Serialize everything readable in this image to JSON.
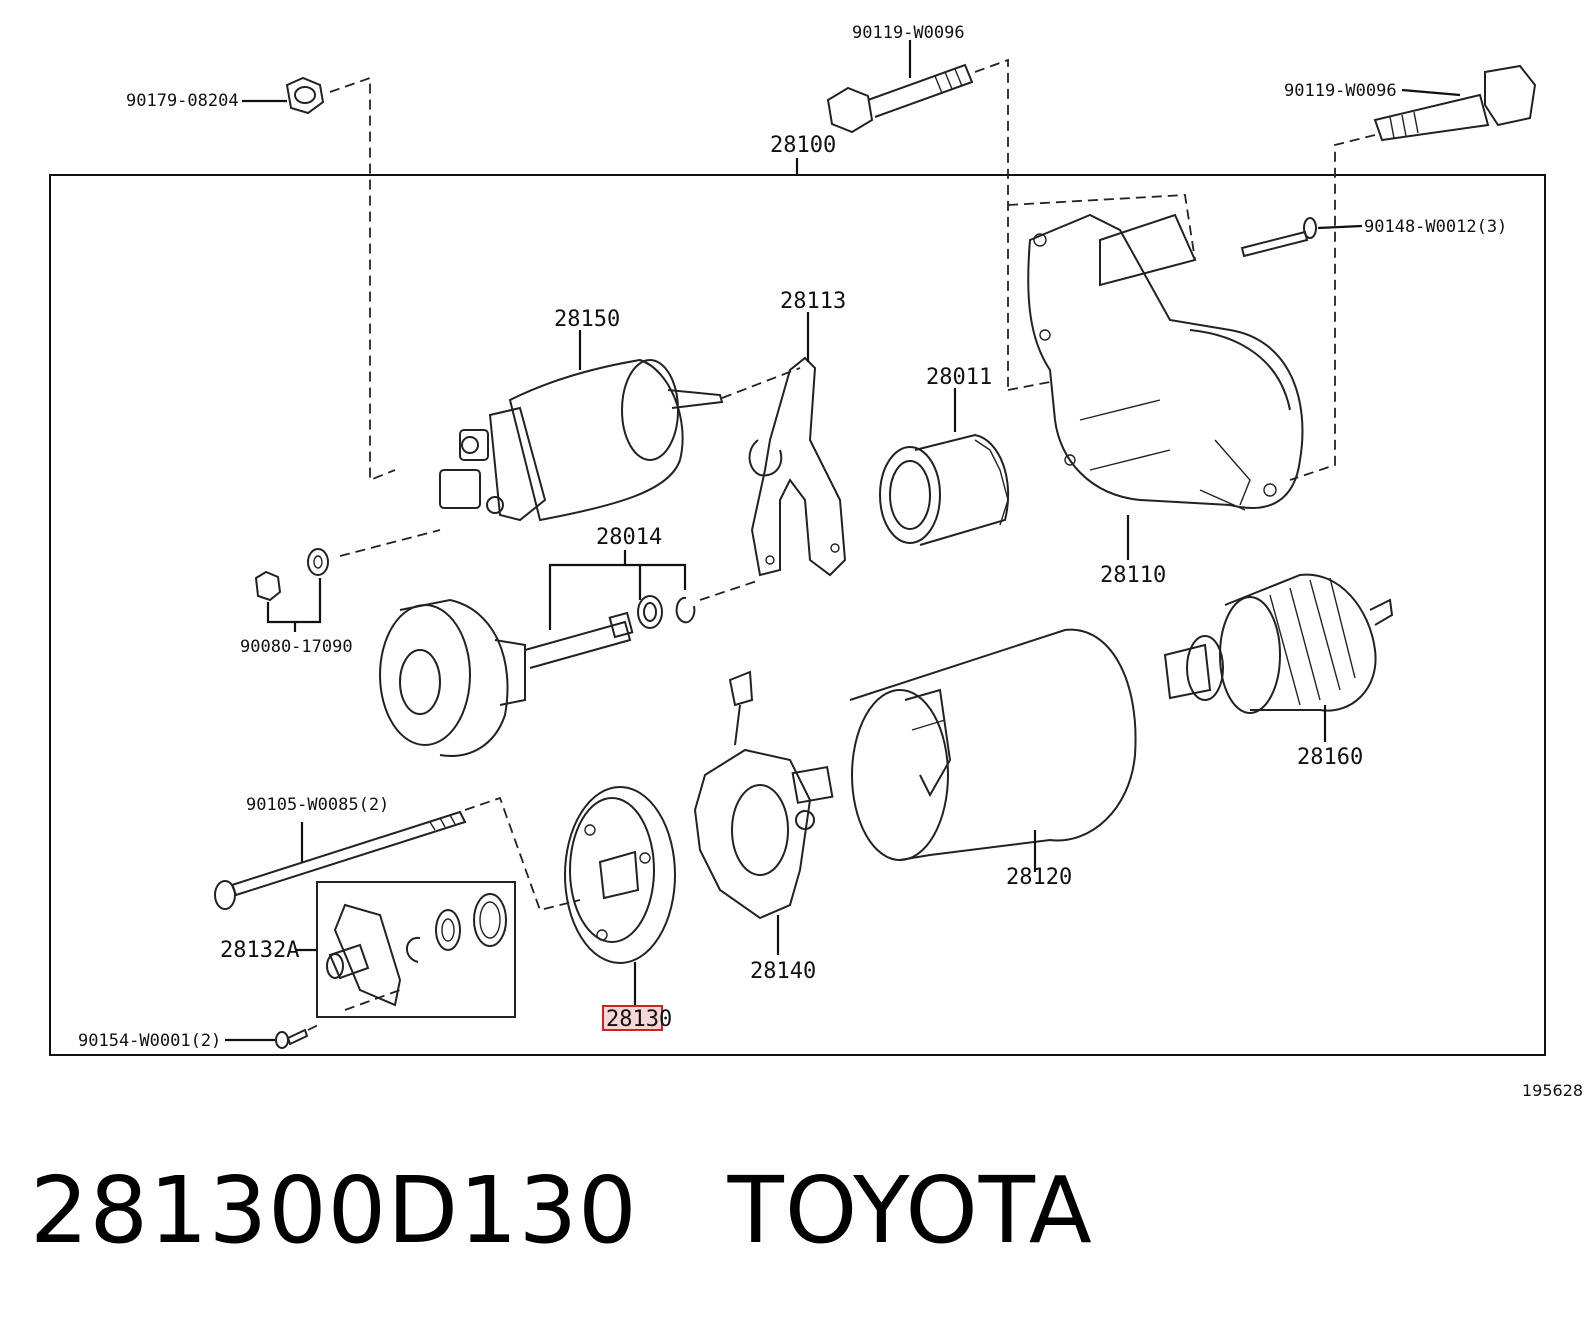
{
  "labels": {
    "p90179": "90179-08204",
    "p90119_top": "90119-W0096",
    "p90119_right": "90119-W0096",
    "p28100": "28100",
    "p90148": "90148-W0012(3)",
    "p28150": "28150",
    "p28113": "28113",
    "p28011": "28011",
    "p28110": "28110",
    "p28014": "28014",
    "p90080": "90080-17090",
    "p28160": "28160",
    "p90105": "90105-W0085(2)",
    "p28120": "28120",
    "p28132A": "28132A",
    "p28140": "28140",
    "p28130": "28130",
    "p90154": "90154-W0001(2)",
    "ref": "195628"
  },
  "highlight": {
    "part": "28130",
    "color": "#cc2222",
    "fill": "#f6d6d6"
  },
  "footer": {
    "part_number": "281300D130",
    "brand": "TOYOTA"
  }
}
